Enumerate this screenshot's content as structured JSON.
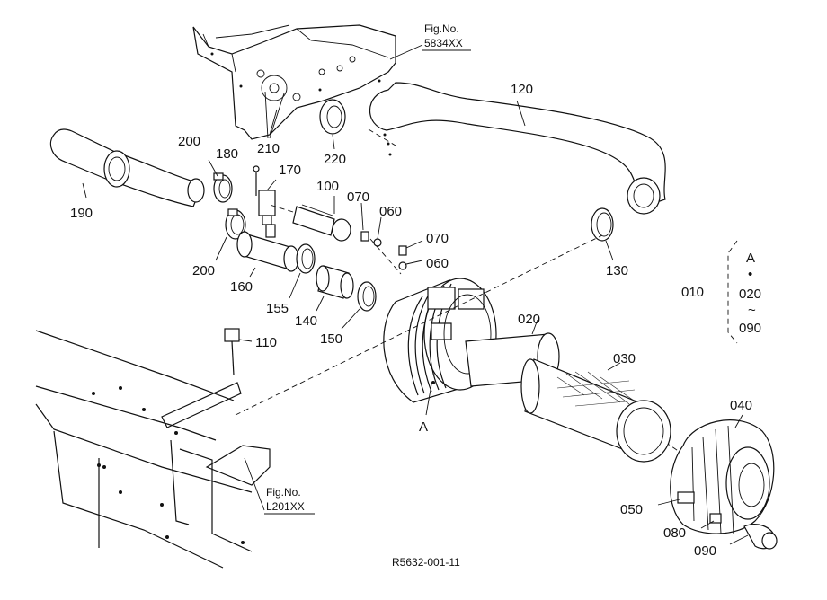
{
  "labels": {
    "p010": "010",
    "p020": "020",
    "p030": "030",
    "p040": "040",
    "p050": "050",
    "p060a": "060",
    "p060b": "060",
    "p070a": "070",
    "p070b": "070",
    "p080": "080",
    "p090": "090",
    "p100": "100",
    "p110": "110",
    "p120": "120",
    "p130": "130",
    "p140": "140",
    "p150": "150",
    "p155": "155",
    "p160": "160",
    "p170": "170",
    "p180": "180",
    "p190": "190",
    "p200a": "200",
    "p200b": "200",
    "p210": "210",
    "p220": "220",
    "refA": "A"
  },
  "group_box": {
    "head": "A",
    "bullet": "•",
    "from": "020",
    "tilde": "~",
    "to": "090"
  },
  "fig_refs": {
    "top_title": "Fig.No.",
    "top_number": "5834XX",
    "bottom_title": "Fig.No.",
    "bottom_number": "L201XX"
  },
  "drawing_number": "R5632-001-11"
}
